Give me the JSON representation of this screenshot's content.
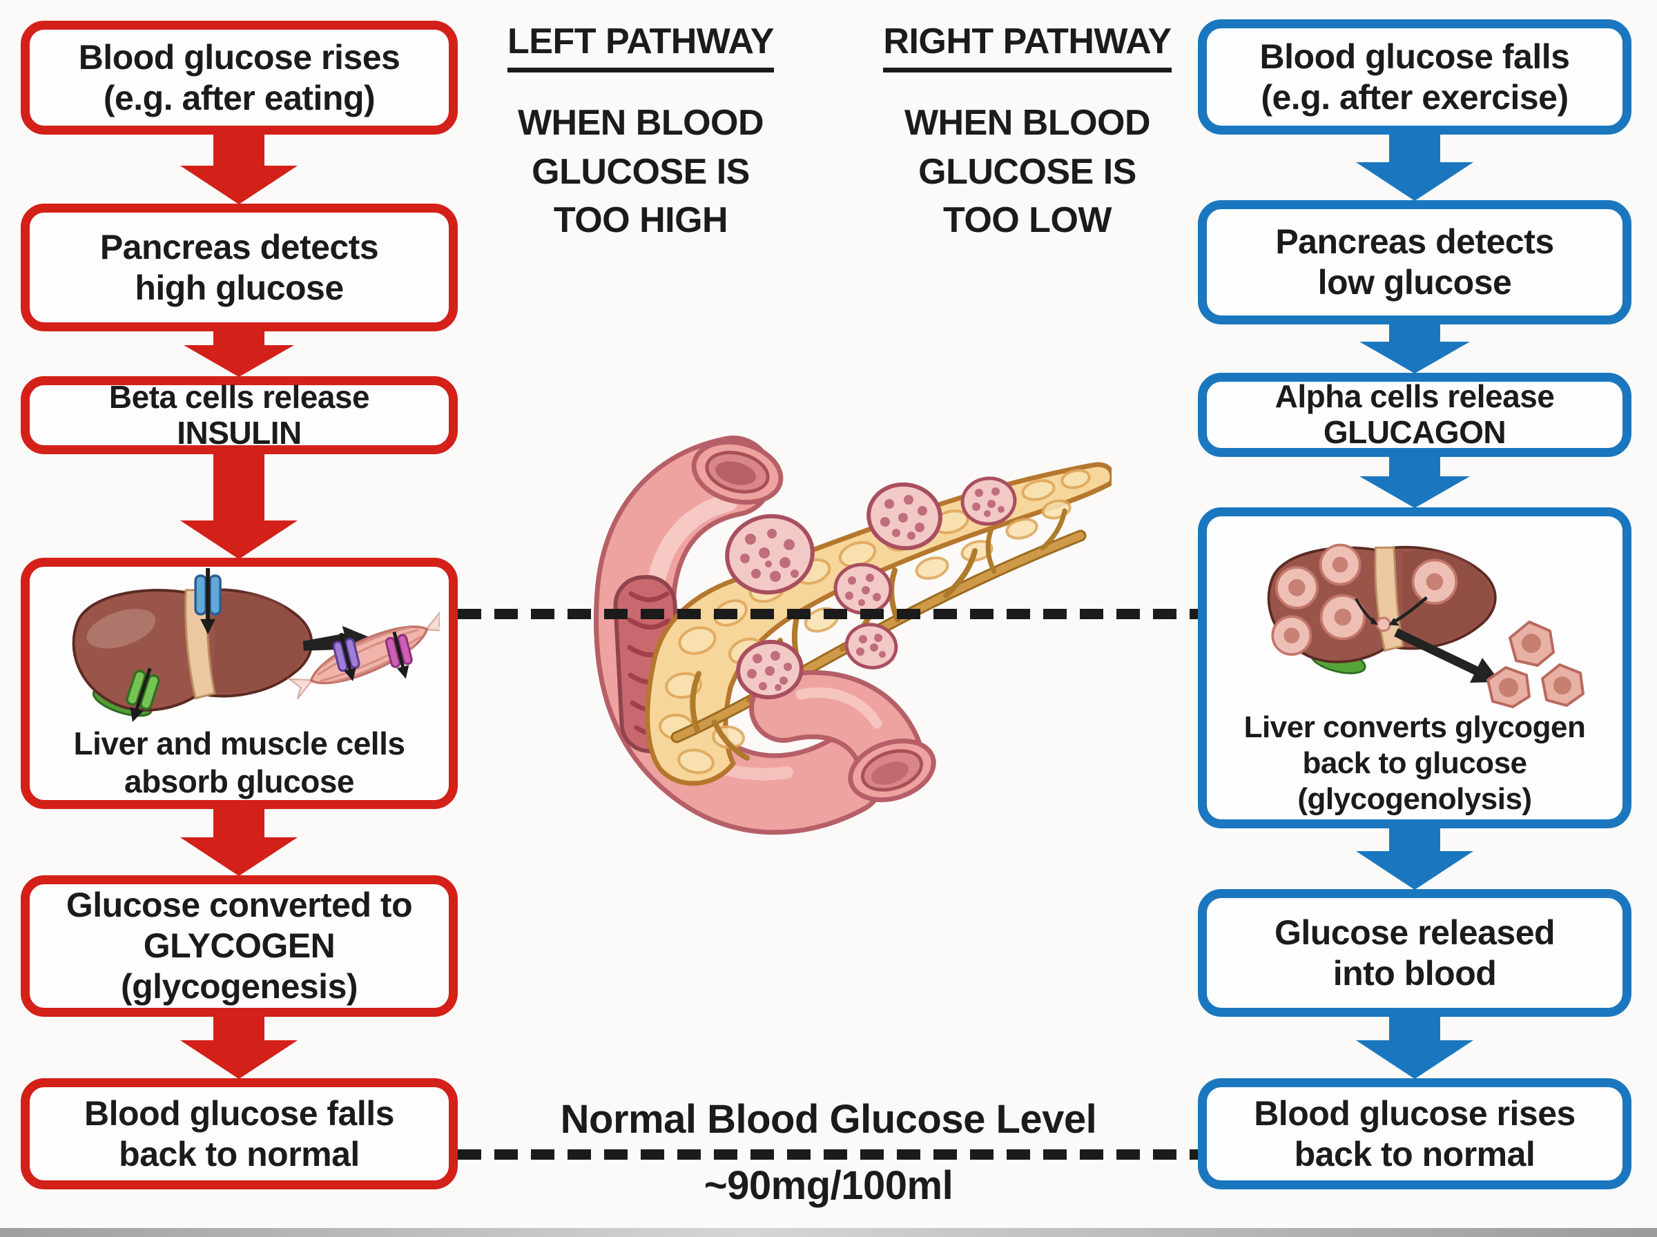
{
  "colors": {
    "red": "#d32019",
    "blue": "#1a77bf",
    "ink": "#1b1b1b",
    "box_background": "#fefefe",
    "page_background": "#fbfaf8"
  },
  "header_left": {
    "title": "LEFT PATHWAY",
    "subtitle": "WHEN BLOOD\nGLUCOSE IS\nTOO HIGH"
  },
  "header_right": {
    "title": "RIGHT PATHWAY",
    "subtitle": "WHEN BLOOD\nGLUCOSE IS\nTOO LOW"
  },
  "left_pathway": {
    "color": "#d32019",
    "steps": [
      {
        "text": "Blood glucose rises\n(e.g. after eating)"
      },
      {
        "text": "Pancreas detects\nhigh glucose"
      },
      {
        "text": "Beta cells release\nINSULIN"
      },
      {
        "text": "Liver and muscle cells\nabsorb glucose"
      },
      {
        "text": "Glucose converted to\nGLYCOGEN\n(glycogenesis)"
      },
      {
        "text": "Blood glucose falls\nback to normal"
      }
    ]
  },
  "right_pathway": {
    "color": "#1a77bf",
    "steps": [
      {
        "text": "Blood glucose falls\n(e.g. after exercise)"
      },
      {
        "text": "Pancreas detects\nlow glucose"
      },
      {
        "text": "Alpha cells release\nGLUCAGON"
      },
      {
        "text": "Liver converts glycogen\nback to glucose\n(glycogenolysis)"
      },
      {
        "text": "Glucose released\ninto blood"
      },
      {
        "text": "Blood glucose rises\nback to normal"
      }
    ]
  },
  "center": {
    "normal_label": "Normal Blood Glucose Level",
    "normal_value": "~90mg/100ml"
  },
  "icons": [
    "pancreas-duodenum-illustration",
    "liver-icon",
    "muscle-icon",
    "glucose-transporter-channel-icon",
    "liver-glycogen-icon",
    "glucose-cells-icon",
    "down-arrow"
  ]
}
